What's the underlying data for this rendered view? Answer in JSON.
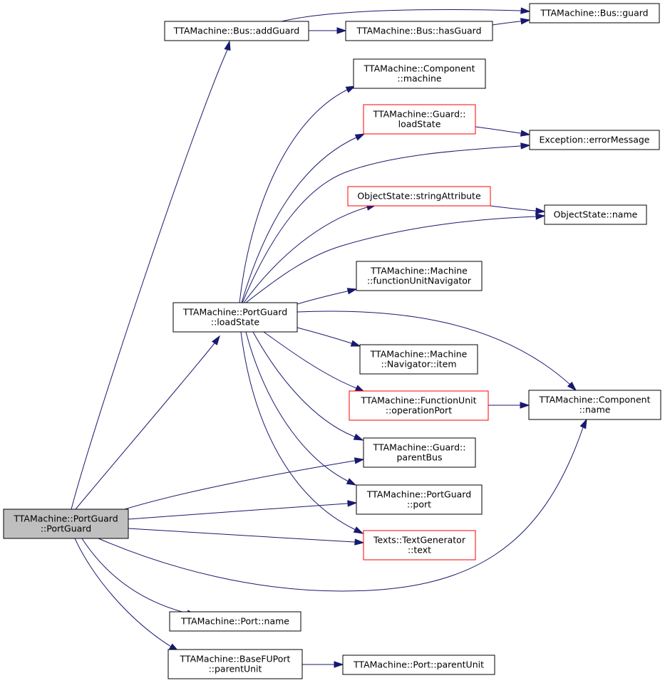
{
  "graph": {
    "edge_color": "#191970",
    "nodes": [
      {
        "id": "root",
        "lines": [
          "TTAMachine::PortGuard",
          "::PortGuard"
        ],
        "style": "root"
      },
      {
        "id": "busAddGuard",
        "lines": [
          "TTAMachine::Bus::addGuard"
        ],
        "style": "normal"
      },
      {
        "id": "busHasGuard",
        "lines": [
          "TTAMachine::Bus::hasGuard"
        ],
        "style": "normal"
      },
      {
        "id": "busGuard",
        "lines": [
          "TTAMachine::Bus::guard"
        ],
        "style": "normal"
      },
      {
        "id": "compMachine",
        "lines": [
          "TTAMachine::Component",
          "::machine"
        ],
        "style": "normal"
      },
      {
        "id": "guardLoadState",
        "lines": [
          "TTAMachine::Guard::",
          "loadState"
        ],
        "style": "red"
      },
      {
        "id": "excErrorMessage",
        "lines": [
          "Exception::errorMessage"
        ],
        "style": "normal"
      },
      {
        "id": "osStringAttribute",
        "lines": [
          "ObjectState::stringAttribute"
        ],
        "style": "red"
      },
      {
        "id": "osName",
        "lines": [
          "ObjectState::name"
        ],
        "style": "normal"
      },
      {
        "id": "machFUNav",
        "lines": [
          "TTAMachine::Machine",
          "::functionUnitNavigator"
        ],
        "style": "normal"
      },
      {
        "id": "pgLoadState",
        "lines": [
          "TTAMachine::PortGuard",
          "::loadState"
        ],
        "style": "normal"
      },
      {
        "id": "machNavItem",
        "lines": [
          "TTAMachine::Machine",
          "::Navigator::item"
        ],
        "style": "normal"
      },
      {
        "id": "fuOpPort",
        "lines": [
          "TTAMachine::FunctionUnit",
          "::operationPort"
        ],
        "style": "red"
      },
      {
        "id": "compName",
        "lines": [
          "TTAMachine::Component",
          "::name"
        ],
        "style": "normal"
      },
      {
        "id": "guardParentBus",
        "lines": [
          "TTAMachine::Guard::",
          "parentBus"
        ],
        "style": "normal"
      },
      {
        "id": "pgPort",
        "lines": [
          "TTAMachine::PortGuard",
          "::port"
        ],
        "style": "normal"
      },
      {
        "id": "textsText",
        "lines": [
          "Texts::TextGenerator",
          "::text"
        ],
        "style": "red"
      },
      {
        "id": "portName",
        "lines": [
          "TTAMachine::Port::name"
        ],
        "style": "normal"
      },
      {
        "id": "bfuParentUnit",
        "lines": [
          "TTAMachine::BaseFUPort",
          "::parentUnit"
        ],
        "style": "normal"
      },
      {
        "id": "portParentUnit",
        "lines": [
          "TTAMachine::Port::parentUnit"
        ],
        "style": "normal"
      }
    ],
    "edges": [
      [
        "root",
        "busAddGuard"
      ],
      [
        "root",
        "pgLoadState"
      ],
      [
        "root",
        "guardParentBus"
      ],
      [
        "root",
        "pgPort"
      ],
      [
        "root",
        "textsText"
      ],
      [
        "root",
        "compName"
      ],
      [
        "root",
        "portName"
      ],
      [
        "root",
        "bfuParentUnit"
      ],
      [
        "busAddGuard",
        "busGuard"
      ],
      [
        "busAddGuard",
        "busHasGuard"
      ],
      [
        "busHasGuard",
        "busGuard"
      ],
      [
        "pgLoadState",
        "compMachine"
      ],
      [
        "pgLoadState",
        "guardLoadState"
      ],
      [
        "pgLoadState",
        "excErrorMessage"
      ],
      [
        "pgLoadState",
        "osStringAttribute"
      ],
      [
        "pgLoadState",
        "osName"
      ],
      [
        "pgLoadState",
        "machFUNav"
      ],
      [
        "pgLoadState",
        "compName"
      ],
      [
        "pgLoadState",
        "machNavItem"
      ],
      [
        "pgLoadState",
        "fuOpPort"
      ],
      [
        "pgLoadState",
        "guardParentBus"
      ],
      [
        "pgLoadState",
        "pgPort"
      ],
      [
        "pgLoadState",
        "textsText"
      ],
      [
        "guardLoadState",
        "excErrorMessage"
      ],
      [
        "osStringAttribute",
        "osName"
      ],
      [
        "fuOpPort",
        "compName"
      ],
      [
        "bfuParentUnit",
        "portParentUnit"
      ]
    ]
  }
}
